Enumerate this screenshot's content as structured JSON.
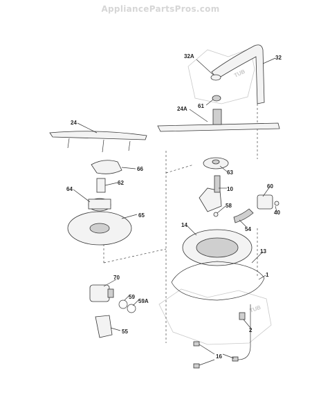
{
  "watermark": "AppliancePartsPros.com",
  "callouts": {
    "c32A": "32A",
    "c32": "32",
    "c61": "61",
    "c24A": "24A",
    "c24": "24",
    "c66": "66",
    "c63": "63",
    "c62": "62",
    "c64": "64",
    "c10": "10",
    "c60": "60",
    "c58": "58",
    "c40": "40",
    "c65": "65",
    "c54": "54",
    "c14": "14",
    "c13": "13",
    "c1": "1",
    "c70": "70",
    "c59": "59",
    "c59A": "59A",
    "c55": "55",
    "c2": "2",
    "c16": "16"
  },
  "tub_text": "TUB"
}
